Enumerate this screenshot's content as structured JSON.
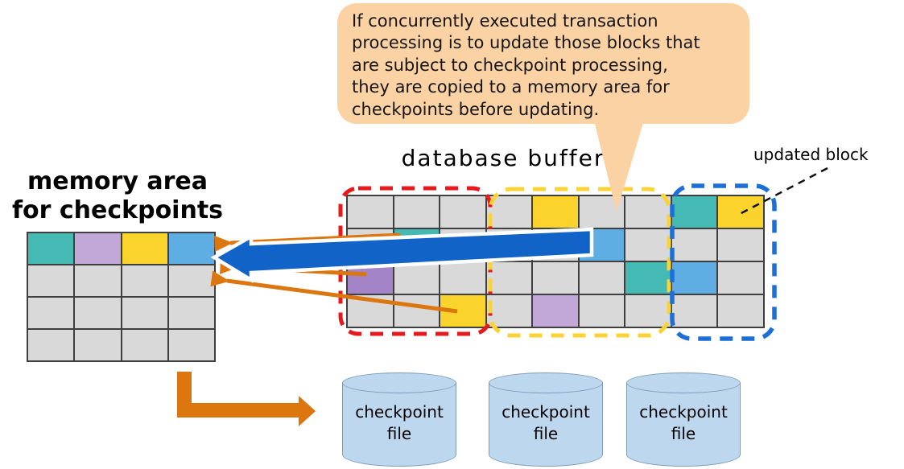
{
  "callout": {
    "bg": "#FBD2A4",
    "lines": [
      "If concurrently executed transaction",
      "processing is to update those blocks that",
      "are subject to checkpoint processing,",
      "they are copied to a memory area for",
      "checkpoints before updating."
    ]
  },
  "labels": {
    "database_buffer": "database buffer",
    "updated_block": "updated block",
    "memory_area_lines": [
      "memory area",
      "for checkpoints"
    ]
  },
  "colors": {
    "text": "#151515",
    "callout_bg": "#FBD2A4",
    "gray": "#D9D9D9",
    "grid_line": "#3F3F3F",
    "teal": "#45B9B3",
    "yellow": "#FBD32D",
    "blue": "#5FAEE3",
    "purple": "#A385C7",
    "light_purple": "#C2A7D9",
    "red_dash": "#E8191C",
    "yellow_dash": "#FBD335",
    "blue_dash": "#1B6FD6",
    "arrow_blue": "#1263C8",
    "arrow_orange": "#DC760F",
    "connector_black": "#111111",
    "cylinder_fill": "#BDD7EE",
    "cylinder_border": "#7E9CB9"
  },
  "memory_grid": {
    "rows": 4,
    "cols": 4,
    "cells": [
      [
        "teal",
        "light_purple",
        "yellow",
        "blue"
      ],
      [
        "gray",
        "gray",
        "gray",
        "gray"
      ],
      [
        "gray",
        "gray",
        "gray",
        "gray"
      ],
      [
        "gray",
        "gray",
        "gray",
        "gray"
      ]
    ]
  },
  "buffer_grid": {
    "rows": 4,
    "cols": 9,
    "cells": [
      [
        "gray",
        "gray",
        "gray",
        "gray",
        "yellow",
        "gray",
        "gray",
        "teal",
        "yellow"
      ],
      [
        "gray",
        "teal",
        "gray",
        "gray",
        "gray",
        "blue",
        "gray",
        "gray",
        "gray"
      ],
      [
        "purple",
        "gray",
        "gray",
        "gray",
        "gray",
        "gray",
        "teal",
        "blue",
        "gray"
      ],
      [
        "gray",
        "gray",
        "yellow",
        "gray",
        "light_purple",
        "gray",
        "gray",
        "gray",
        "gray"
      ]
    ]
  },
  "checkpoint_files": [
    {
      "label": "checkpoint file"
    },
    {
      "label": "checkpoint file"
    },
    {
      "label": "checkpoint file"
    }
  ]
}
